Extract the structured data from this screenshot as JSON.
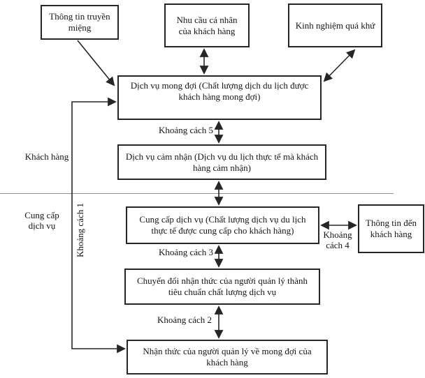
{
  "diagram": {
    "type": "flowchart",
    "language": "vi",
    "boxes": {
      "word_of_mouth": "Thông tin truyền miệng",
      "personal_needs": "Nhu cầu cá nhân của khách hàng",
      "past_experience": "Kinh nghiệm quá khứ",
      "expected_service": "Dịch vụ mong đợi (Chất lượng dịch du lịch được khách hàng mong đợi)",
      "perceived_service": "Dịch vụ cảm nhận (Dịch vụ du lịch thực tế mà khách hàng cảm nhận)",
      "service_delivery": "Cung cấp dịch vụ (Chất lượng dịch vụ du lịch thực tế được cung cấp cho khách hàng)",
      "conversion": "Chuyển đổi nhận thức của người quản lý thành tiêu chuẩn chất lượng dịch vụ",
      "management_perception": "Nhận thức của người quản lý về mong đợi của khách hàng",
      "external_communication": "Thông tin đến khách hàng"
    },
    "section_labels": {
      "customer": "Khách hàng",
      "provider_line1": "Cung cấp",
      "provider_line2": "dịch vụ"
    },
    "gap_labels": {
      "gap1": "Khoảng cách 1",
      "gap2": "Khoảng cách 2",
      "gap3": "Khoảng cách 3",
      "gap4_line1": "Khoảng",
      "gap4_line2": "cách 4",
      "gap5": "Khoảng cách 5"
    },
    "colors": {
      "line": "#262626",
      "divider": "#8c8c8c",
      "text": "#151515",
      "background": "#ffffff"
    }
  }
}
